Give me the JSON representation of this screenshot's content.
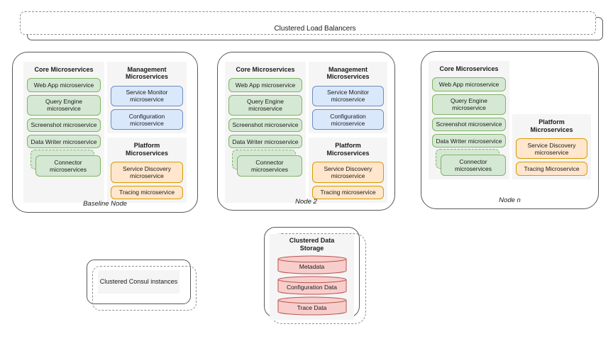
{
  "palette": {
    "green_fill": "#d5e8d4",
    "green_stroke": "#82b366",
    "blue_fill": "#dae8fc",
    "blue_stroke": "#6c8ebf",
    "orange_fill": "#ffe6cc",
    "orange_stroke": "#d79b00",
    "pink_fill": "#f8cecc",
    "pink_stroke": "#b85450",
    "panel_bg": "#f5f5f5",
    "line_color": "#595959",
    "ghost_color": "#8f8f8f"
  },
  "load_balancer": {
    "label": "Clustered Load Balancers"
  },
  "nodes": [
    {
      "caption": "Baseline Node",
      "core": {
        "title": "Core Microservices",
        "items": [
          {
            "label": "Web App microservice"
          },
          {
            "label": "Query Engine microservice"
          },
          {
            "label": "Screenshot microservice"
          },
          {
            "label": "Data Writer microservice"
          },
          {
            "label": "Connector microservices",
            "stacked": true
          }
        ]
      },
      "management": {
        "title": "Management Microservices",
        "items": [
          {
            "label": "Service Monitor microservice"
          },
          {
            "label": "Configuration microservice"
          }
        ]
      },
      "platform": {
        "title": "Platform Microservices",
        "items": [
          {
            "label": "Service Discovery microservice"
          },
          {
            "label": "Tracing microservice"
          }
        ]
      }
    },
    {
      "caption": "Node 2",
      "core": {
        "title": "Core Microservices",
        "items": [
          {
            "label": "Web App microservice"
          },
          {
            "label": "Query Engine microservice"
          },
          {
            "label": "Screenshot microservice"
          },
          {
            "label": "Data Writer microservice"
          },
          {
            "label": "Connector microservices",
            "stacked": true
          }
        ]
      },
      "management": {
        "title": "Management Microservices",
        "items": [
          {
            "label": "Service Monitor microservice"
          },
          {
            "label": "Configuration microservice"
          }
        ]
      },
      "platform": {
        "title": "Platform Microservices",
        "items": [
          {
            "label": "Service Discovery microservice"
          },
          {
            "label": "Tracing microservice"
          }
        ]
      }
    },
    {
      "caption": "Node n",
      "core": {
        "title": "Core Microservices",
        "items": [
          {
            "label": "Web App microservice"
          },
          {
            "label": "Query Engine microservice"
          },
          {
            "label": "Screenshot microservice"
          },
          {
            "label": "Data Writer microservice"
          },
          {
            "label": "Connector microservices",
            "stacked": true
          }
        ]
      },
      "management": null,
      "platform": {
        "title": "Platform Microservices",
        "items": [
          {
            "label": "Service Discovery microservice"
          },
          {
            "label": "Tracing Microservice"
          }
        ]
      }
    }
  ],
  "consul": {
    "label": "Clustered Consul instances"
  },
  "data_storage": {
    "title": "Clustered Data Storage",
    "cylinders": [
      {
        "label": "Metadata"
      },
      {
        "label": "Configuration Data"
      },
      {
        "label": "Trace Data"
      }
    ]
  }
}
